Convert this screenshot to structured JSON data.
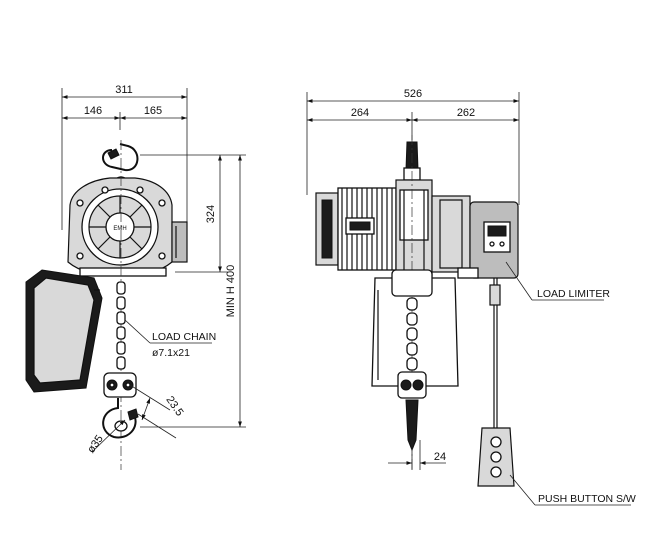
{
  "left_view": {
    "dim_overall_width": "311",
    "dim_left_part": "146",
    "dim_right_part": "165",
    "dim_height": "324",
    "dim_min_headroom": "MIN H 400",
    "dim_hook_opening": "23.5",
    "dim_hook_diameter": "ø35",
    "load_chain_label": "LOAD CHAIN",
    "load_chain_spec": "ø7.1x21"
  },
  "right_view": {
    "dim_overall_width": "526",
    "dim_left_part": "264",
    "dim_right_part": "262",
    "dim_chain_offset": "24",
    "load_limiter_label": "LOAD LIMITER",
    "push_button_label": "PUSH BUTTON S/W"
  },
  "colors": {
    "line": "#111111",
    "body_fill": "#d9d9d9",
    "dark_fill": "#1b1b1b",
    "background": "#ffffff"
  }
}
